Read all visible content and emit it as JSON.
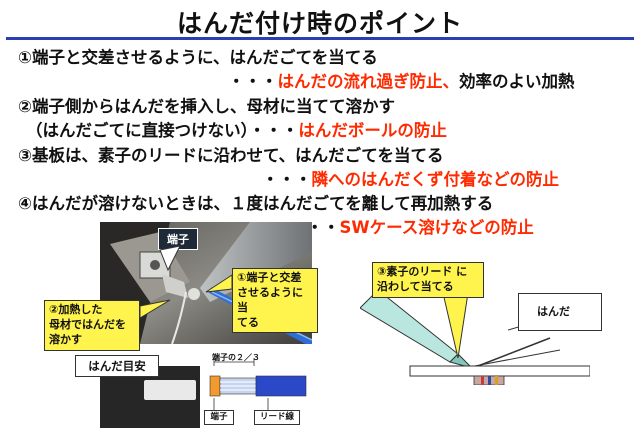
{
  "title": "はんだ付け時のポイント",
  "points": [
    {
      "main": "①端子と交差させるように、はんだごてを当てる",
      "sub_prefix": "・・・",
      "sub_red": "はんだの流れ過ぎ防止、",
      "sub_black": "効率のよい加熱"
    },
    {
      "main": "②端子側からはんだを挿入し、母材に当てて溶かす",
      "main2": "（はんだごてに直接つけない）・・・",
      "main2_red": "はんだボールの防止"
    },
    {
      "main": "③基板は、素子のリードに沿わせて、はんだごてを当てる",
      "sub_prefix": "・・・",
      "sub_red": "隣へのはんだくず付着などの防止"
    },
    {
      "main": "④はんだが溶けないときは、１度はんだごてを離して再加熱する",
      "sub_prefix": "・・・",
      "sub_red": "SWケース溶けなどの防止"
    }
  ],
  "photo": {
    "terminal_tag": "端子",
    "callout_cross": "①端子と交差\nさせるように当\nてる",
    "callout_melt": "②加熱した\n母材ではんだを\n溶かす"
  },
  "diagram": {
    "callout": "③素子のリード に\n沿わして当てる",
    "solder_label": "はんだ"
  },
  "guide": {
    "box_label": "はんだ目安",
    "ratio_label": "端子の２／３",
    "terminal_label": "端子",
    "lead_label": "リード線"
  },
  "colors": {
    "accent_rule": "#2b3fb3",
    "emphasis_red": "#ff2a00",
    "callout_yellow": "#fff34d"
  }
}
